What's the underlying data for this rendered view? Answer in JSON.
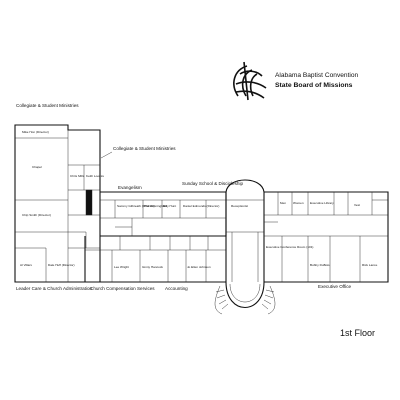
{
  "org": {
    "name": "Alabama Baptist Convention",
    "board": "State Board of Missions",
    "logo_icon": "globe-swirl-icon"
  },
  "floor_label": "1st Floor",
  "departments": {
    "collegiate_top": "Collegiate & Student Ministries",
    "collegiate_mid": "Collegiate & Student Ministries",
    "evangelism": "Evangelism",
    "sunday_school": "Sunday School & Discipleship",
    "leader_care": "Leader Care & Church Administration",
    "church_comp": "Church Compensation Services",
    "accounting": "Accounting",
    "executive_office": "Executive Office"
  },
  "rooms": {
    "mike_hon": "Mike Hon (Director)",
    "chapel": "Chapel",
    "chris_mills": "Chris Mills",
    "keith_loomis": "Keith Loomis",
    "sammy_gilbreath": "Sammy Gilbreath (Director)",
    "phil_winningham": "Phil Winningham",
    "billy_hunt": "Billy Hunt",
    "daniel_edmonds": "Daniel Edmonds (Director)",
    "receptionist": "Receptionist",
    "executive_library": "Executive Library",
    "chip_smith": "Chip Smith (Director)",
    "al_villars": "Al Villars",
    "dale_huff": "Dale Huff (Director)",
    "lee_wright": "Lee Wright",
    "ginny_hancock": "Ginny Hancock",
    "jo_ellen_johnson": "Jo Ellen Johnson",
    "exec_conference": "Executive Conference Room (101)",
    "bobby_dubois": "Bobby DuBois",
    "rick_lance": "Rick Lance",
    "vest": "Vest",
    "men": "Men",
    "women": "Women"
  }
}
